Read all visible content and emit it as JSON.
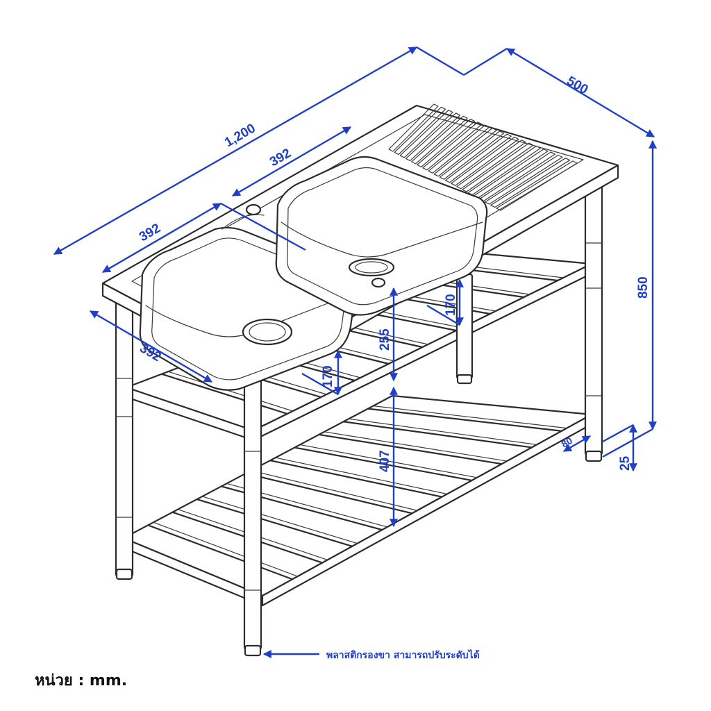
{
  "dimensions": {
    "total_length": "1,200",
    "depth": "500",
    "bowl_back_width": "392",
    "bowl_left_width": "392",
    "bowl_front_width": "392",
    "bowl_depth_left": "170",
    "bowl_depth_right": "170",
    "bowl_to_shelf": "255",
    "shelf_gap": "407",
    "total_height": "850",
    "shelf_slat_width": "80",
    "foot_height": "25"
  },
  "note": "พลาสติกรองขา สามารถปรับระดับได้",
  "unit_label": "หน่วย : mm.",
  "colors": {
    "dimension": "#1f3fc4",
    "line": "#2b2b2b"
  }
}
